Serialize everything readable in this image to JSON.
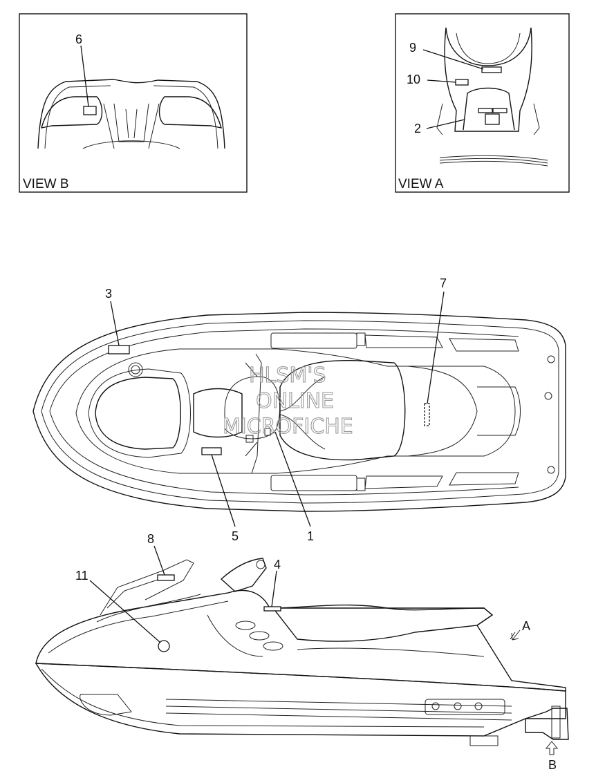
{
  "views": {
    "view_b": {
      "caption": "VIEW B",
      "callout": "6"
    },
    "view_a": {
      "caption": "VIEW A",
      "callouts": [
        "9",
        "10",
        "2"
      ]
    }
  },
  "top_view": {
    "callouts": [
      "3",
      "7",
      "5",
      "1"
    ]
  },
  "side_view": {
    "callouts": [
      "8",
      "11",
      "4"
    ],
    "direction_a": "A",
    "direction_b": "B"
  },
  "watermark": {
    "line1": "HLSM'S",
    "line2": "ONLINE",
    "line3": "MICROFICHE"
  }
}
